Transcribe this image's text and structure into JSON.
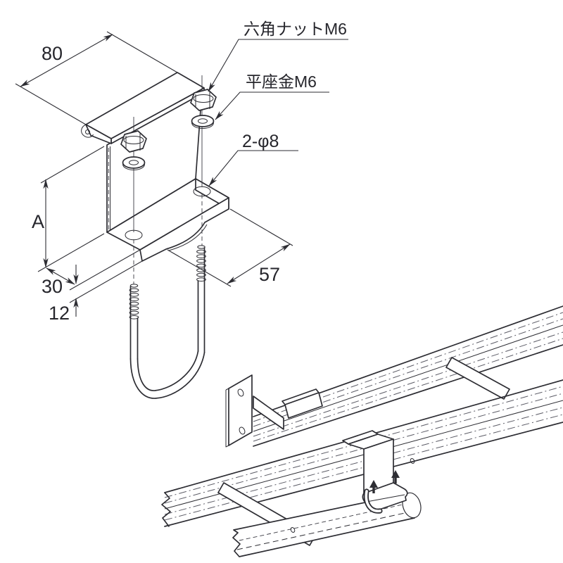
{
  "figure": {
    "kind": "technical-line-drawing",
    "callouts": {
      "hex_nut_label": "六角ナットM6",
      "flat_washer_label": "平座金M6",
      "hole_label": "2-φ8"
    },
    "dimensions": {
      "top_plate_width": "80",
      "bracket_height": "A",
      "flange_depth": "30",
      "lip_height": "12",
      "flange_length": "57"
    },
    "colors": {
      "line": "#2d2d33",
      "thin_line": "#5c5c66",
      "background": "#ffffff"
    }
  }
}
